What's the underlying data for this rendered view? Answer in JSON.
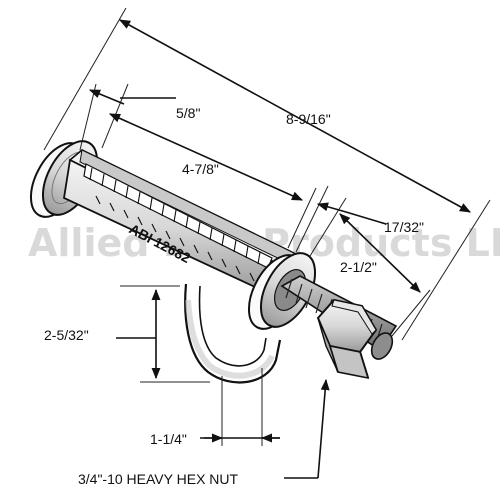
{
  "watermark": "Allied Bolt Products LLC",
  "part_stamp": "ABI 12682",
  "dimensions": {
    "overall_length": "8-9/16\"",
    "washer_to_slot": "5/8\"",
    "slot_length": "4-7/8\"",
    "washer_thickness": "17/32\"",
    "thread_length": "2-1/2\"",
    "hook_drop": "2-5/32\"",
    "hook_width": "1-1/4\"",
    "nut_callout": "3/4\"-10 HEAVY HEX NUT"
  }
}
